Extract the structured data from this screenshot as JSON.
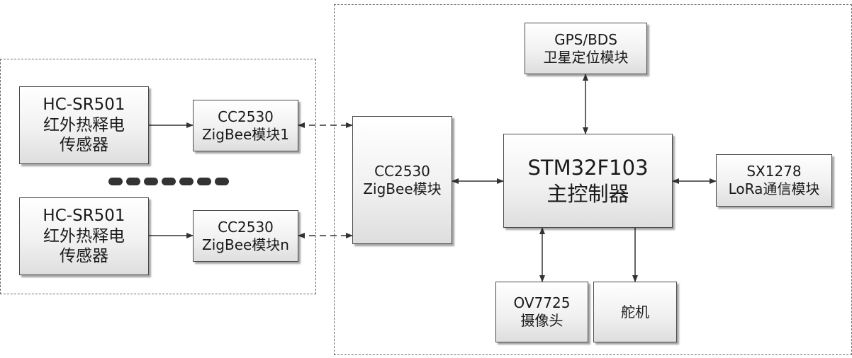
{
  "diagram": {
    "sensor_1": {
      "line1": "HC-SR501",
      "line2": "红外热释电",
      "line3": "传感器"
    },
    "sensor_n": {
      "line1": "HC-SR501",
      "line2": "红外热释电",
      "line3": "传感器"
    },
    "zigbee_node_1": {
      "line1": "CC2530",
      "line2": "ZigBee模块1"
    },
    "zigbee_node_n": {
      "line1": "CC2530",
      "line2": "ZigBee模块n"
    },
    "zigbee_coordinator": {
      "line1": "CC2530",
      "line2": "ZigBee模块"
    },
    "main_controller": {
      "line1": "STM32F103",
      "line2": "主控制器"
    },
    "gps_module": {
      "line1": "GPS/BDS",
      "line2": "卫星定位模块"
    },
    "lora_module": {
      "line1": "SX1278",
      "line2": "LoRa通信模块"
    },
    "camera_module": {
      "line1": "OV7725",
      "line2": "摄像头"
    },
    "servo": {
      "line1": "舵机"
    }
  }
}
